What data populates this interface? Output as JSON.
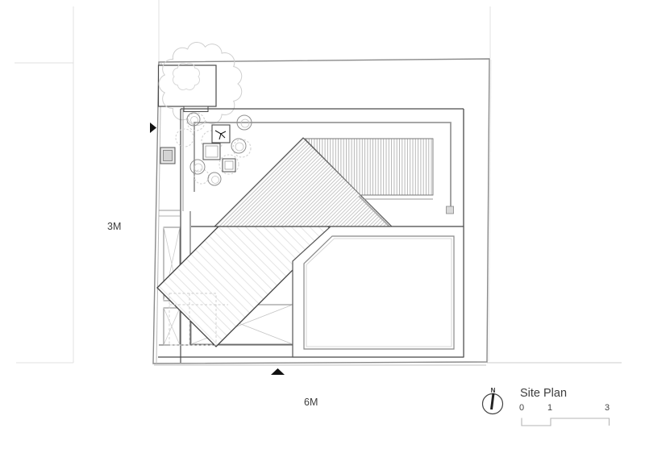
{
  "drawing": {
    "title": "Site Plan",
    "dimension_labels": {
      "west_setback": "3M",
      "south_setback": "6M"
    },
    "north_indicator": {
      "label": "N"
    },
    "scale_bar": {
      "ticks": [
        "0",
        "1",
        "3"
      ]
    },
    "icons": {
      "north_arrow": "compass-needle",
      "west_entry_marker": "right-pointing-triangle",
      "south_entry_marker": "up-pointing-triangle"
    },
    "colors": {
      "background": "#ffffff",
      "line_dark": "#4a4a4a",
      "line_mid": "#8a8a8a",
      "line_light": "#dcdcdc",
      "hatch_dense": "#b4b4b4",
      "hatch_light": "#dedede",
      "stripe": "#9a9a9a",
      "marker_black": "#111111",
      "text": "#3d3d3d"
    }
  }
}
